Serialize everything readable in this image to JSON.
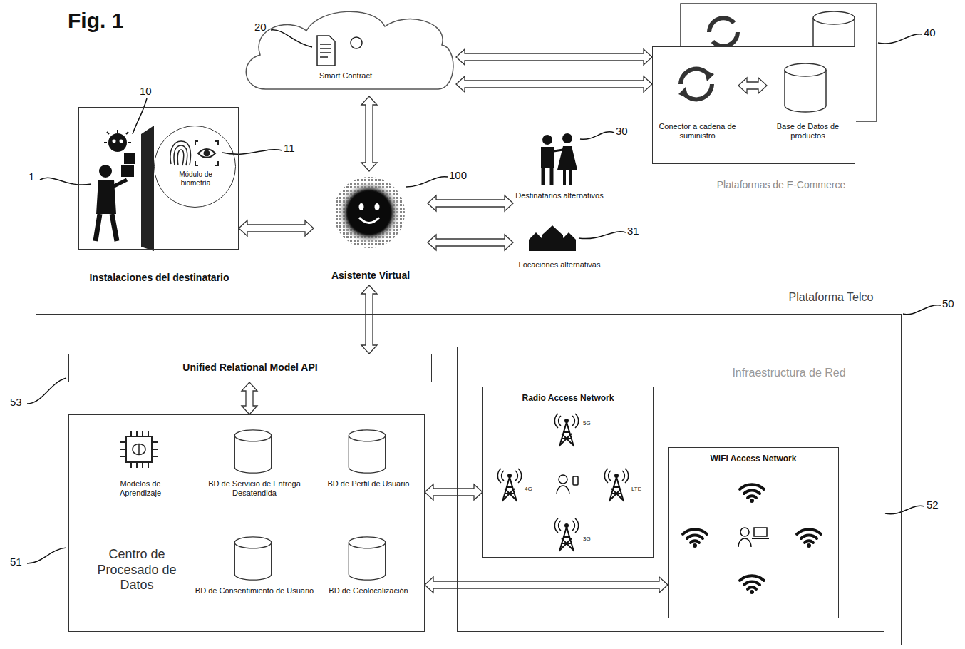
{
  "diagram": {
    "title": "Fig. 1",
    "nodes": [
      {
        "text": [
          "Smart Contract"
        ]
      },
      {
        "text": [
          "Plataformas de E-Commerce"
        ]
      },
      {
        "text": [
          "Conector a cadena de suministro"
        ],
        "in": 1
      },
      {
        "text": [
          "Base de Datos de productos"
        ],
        "in": 1
      },
      {
        "text": [
          "Instalaciones del destinatario"
        ]
      },
      {
        "text": [
          "Módulo de biometría"
        ],
        "in": 4
      },
      {
        "text": [
          "Asistente Virtual"
        ]
      },
      {
        "text": [
          "Destinatarios alternativos"
        ]
      },
      {
        "text": [
          "Locaciones alternativas"
        ]
      },
      {
        "text": [
          "Plataforma Telco"
        ]
      },
      {
        "text": [
          "Unified Relational Model API"
        ],
        "in": 9
      },
      {
        "text": [
          "Centro de Procesado de Datos"
        ],
        "in": 9
      },
      {
        "text": [
          "Modelos de Aprendizaje"
        ],
        "in": 11
      },
      {
        "text": [
          "BD de Servicio de Entrega Desatendida"
        ],
        "in": 11
      },
      {
        "text": [
          "BD de Perfil de Usuario"
        ],
        "in": 11
      },
      {
        "text": [
          "BD de Consentimiento de Usuario"
        ],
        "in": 11
      },
      {
        "text": [
          "BD de Geolocalización"
        ],
        "in": 11
      },
      {
        "text": [
          "Infraestructura de Red"
        ],
        "in": 9
      },
      {
        "text": [
          "Radio Access Network"
        ],
        "in": 17
      },
      {
        "text": [
          "WiFi Access Network"
        ],
        "in": 17
      }
    ],
    "edges": [
      {
        "from": 0,
        "to": 6,
        "arrow": "both"
      },
      {
        "from": 0,
        "to": 1,
        "arrow": "both"
      },
      {
        "from": 0,
        "to": 1,
        "arrow": "both"
      },
      {
        "from": 2,
        "to": 3,
        "arrow": "both"
      },
      {
        "from": 4,
        "to": 6,
        "arrow": "both"
      },
      {
        "from": 6,
        "to": 7,
        "arrow": "both"
      },
      {
        "from": 6,
        "to": 8,
        "arrow": "both"
      },
      {
        "from": 6,
        "to": 10,
        "arrow": "both"
      },
      {
        "from": 10,
        "to": 11,
        "arrow": "both"
      },
      {
        "from": 11,
        "to": 18,
        "arrow": "both"
      },
      {
        "from": 11,
        "to": 19,
        "arrow": "both"
      }
    ],
    "labels": [
      "1",
      "10",
      "11",
      "20",
      "30",
      "31",
      "40",
      "100",
      "50",
      "51",
      "52",
      "53",
      "5G",
      "4G",
      "LTE",
      "3G"
    ]
  }
}
